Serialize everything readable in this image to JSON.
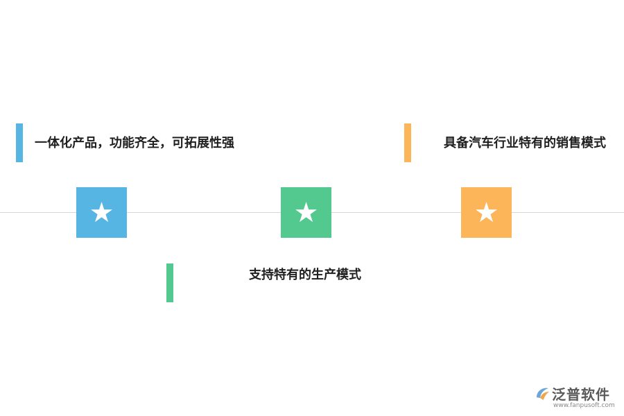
{
  "features": [
    {
      "text": "一体化产品，功能齐全，可拓展性强",
      "color": "#57b5e3"
    },
    {
      "text": "支持特有的生产模式",
      "color": "#53c98f"
    },
    {
      "text": "具备汽车行业特有的销售模式",
      "color": "#fdb55a"
    }
  ],
  "star_glyph": "★",
  "logo": {
    "name": "泛普软件",
    "url": "www.fanpusoft.com"
  }
}
